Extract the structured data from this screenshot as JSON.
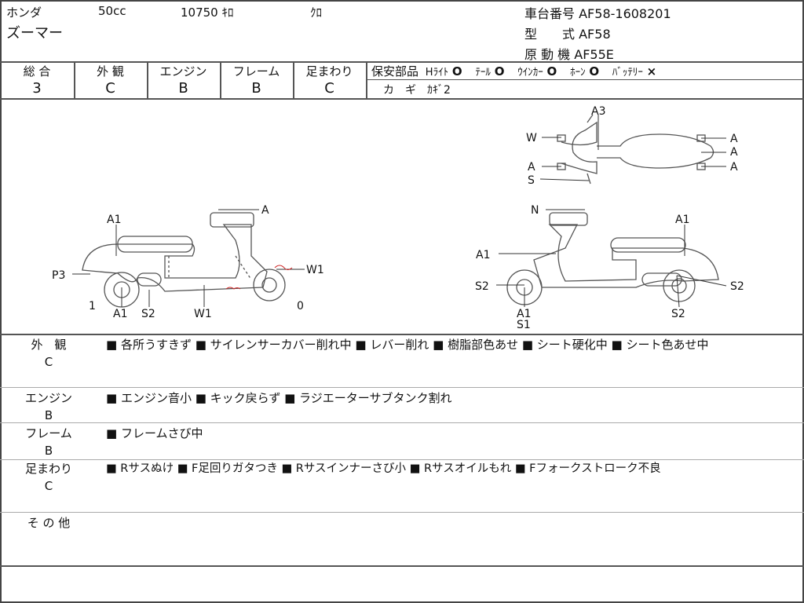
{
  "header": {
    "maker": "ホンダ",
    "displacement": "50cc",
    "mileage": "10750 ｷﾛ",
    "color": "ｸﾛ",
    "model_name": "ズーマー",
    "frame_no_label": "車台番号",
    "frame_no": "AF58-1608201",
    "type_label": "型　　式",
    "type": "AF58",
    "engine_label": "原 動 機",
    "engine": "AF55E"
  },
  "grades": [
    {
      "label": "総 合",
      "value": "3"
    },
    {
      "label": "外 観",
      "value": "C"
    },
    {
      "label": "エンジン",
      "value": "B"
    },
    {
      "label": "フレーム",
      "value": "B"
    },
    {
      "label": "足まわり",
      "value": "C"
    }
  ],
  "safety": {
    "label": "保安部品",
    "items": [
      {
        "name": "Hﾗｲﾄ",
        "mark": "O"
      },
      {
        "name": "ﾃｰﾙ",
        "mark": "O"
      },
      {
        "name": "ｳｲﾝｶｰ",
        "mark": "O"
      },
      {
        "name": "ﾎｰﾝ",
        "mark": "O"
      },
      {
        "name": "ﾊﾞｯﾃﾘｰ",
        "mark": "×"
      }
    ],
    "key_label": "カ　ギ",
    "key_value": "ｶｷﾞ2"
  },
  "diagram": {
    "left": {
      "A_handle": "A",
      "A1_seat": "A1",
      "P3": "P3",
      "W1_front": "W1",
      "one": "1",
      "A1_wheel": "A1",
      "S2": "S2",
      "W1_bottom": "W1",
      "zero": "0"
    },
    "right": {
      "N": "N",
      "A1_seat": "A1",
      "A1_front": "A1",
      "S2_left": "S2",
      "S2_right": "S2",
      "A1_bottom": "A1",
      "S1": "S1",
      "S2_bottom": "S2"
    },
    "top": {
      "A3": "A3",
      "W": "W",
      "A_left": "A",
      "S": "S",
      "A1": "A",
      "A2": "A",
      "A3r": "A"
    }
  },
  "sections": [
    {
      "label": "外　観",
      "grade": "C",
      "text": "■ 各所うすきず ■ サイレンサーカバー削れ中 ■ レバー削れ ■ 樹脂部色あせ ■ シート硬化中 ■ シート色あせ中"
    },
    {
      "label": "エンジン",
      "grade": "B",
      "text": "■ エンジン音小 ■ キック戻らず ■ ラジエーターサブタンク割れ"
    },
    {
      "label": "フレーム",
      "grade": "B",
      "text": "■ フレームさび中"
    },
    {
      "label": "足まわり",
      "grade": "C",
      "text": "■ Rサスぬけ ■ F足回りガタつき ■ Rサスインナーさび小 ■ Rサスオイルもれ ■ Fフォークストローク不良"
    },
    {
      "label": "そ の 他",
      "grade": "",
      "text": ""
    }
  ]
}
